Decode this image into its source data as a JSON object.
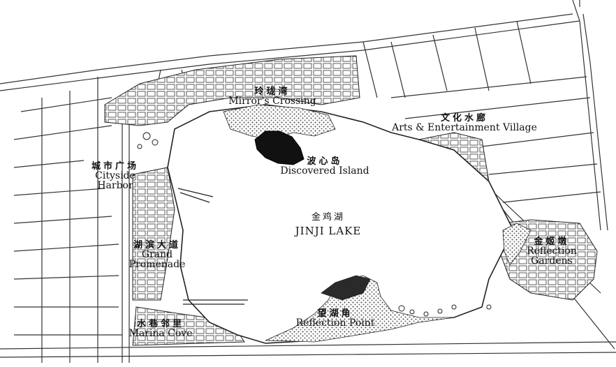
{
  "map": {
    "lake": {
      "zh": "金鸡湖",
      "en": "JINJI LAKE"
    },
    "places": [
      {
        "id": "mirrors-crossing",
        "zh": "玲珑湾",
        "en": "Mirror's Crossing"
      },
      {
        "id": "arts-village",
        "zh": "文化水廊",
        "en": "Arts & Entertainment Village"
      },
      {
        "id": "discovered-island",
        "zh": "波心岛",
        "en": "Discovered Island"
      },
      {
        "id": "cityside-harbor",
        "zh": "城市广场",
        "en": "Cityside Harbor"
      },
      {
        "id": "grand-promenade",
        "zh": "湖滨大道",
        "en": "Grand Promenade"
      },
      {
        "id": "reflection-gardens",
        "zh": "金姬墩",
        "en": "Reflection Gardens"
      },
      {
        "id": "reflection-point",
        "zh": "望湖角",
        "en": "Reflection Point"
      },
      {
        "id": "marina-cove",
        "zh": "水巷邻里",
        "en": "Marina Cove"
      }
    ]
  }
}
